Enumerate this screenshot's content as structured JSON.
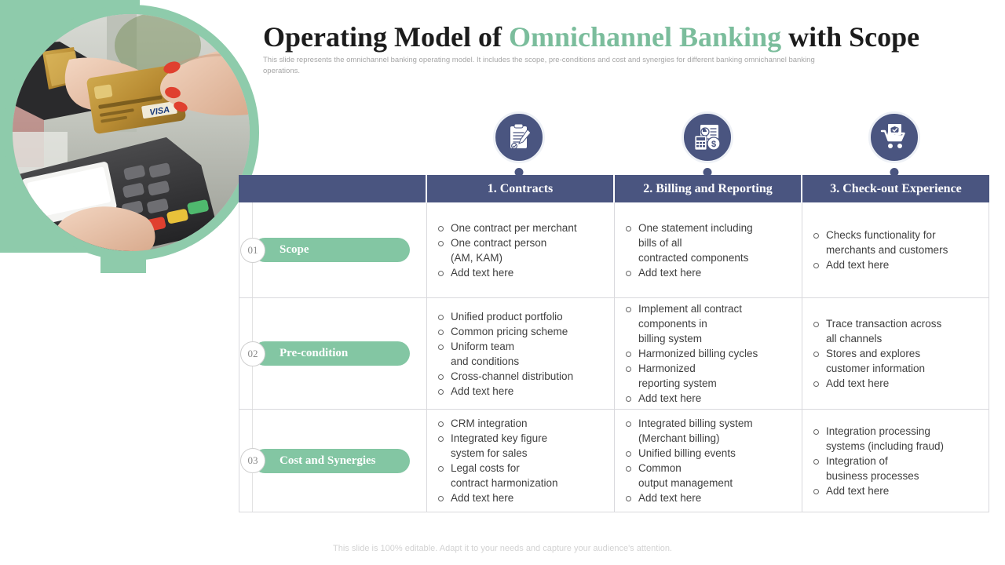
{
  "title": {
    "part1": "Operating Model of ",
    "highlight": "Omnichannel Banking",
    "part2": " with Scope",
    "accent_color": "#7bbd9c"
  },
  "subtitle": "This slide represents the omnichannel banking operating model. It includes the scope, pre-conditions and cost and synergies for different banking omnichannel banking operations.",
  "photo": {
    "alt": "Hand passing a gold VISA credit card over a POS card terminal",
    "ring_color": "#8ecbab"
  },
  "icons": [
    {
      "name": "contract-document-icon",
      "label": "Contract document with pen"
    },
    {
      "name": "billing-invoice-icon",
      "label": "Invoice with calculator and dollar sign"
    },
    {
      "name": "shopping-cart-checkout-icon",
      "label": "Shopping cart with verified package"
    }
  ],
  "table": {
    "header_color": "#4a5580",
    "columns": [
      {
        "id": "row-label",
        "label": ""
      },
      {
        "id": "contracts",
        "label": "1. Contracts"
      },
      {
        "id": "billing-reporting",
        "label": "2. Billing and Reporting"
      },
      {
        "id": "checkout-experience",
        "label": "3. Check-out Experience"
      }
    ],
    "rows": [
      {
        "number": "01",
        "label": "Scope",
        "pill_color": "#83c6a3",
        "contracts": [
          {
            "text": "One contract per merchant",
            "bullet": true
          },
          {
            "text": "One contract person",
            "bullet": true
          },
          {
            "text": "(AM, KAM)",
            "bullet": false
          },
          {
            "text": "Add text here",
            "bullet": true
          }
        ],
        "billing": [
          {
            "text": "One statement including",
            "bullet": true
          },
          {
            "text": "bills of all",
            "bullet": false
          },
          {
            "text": "contracted components",
            "bullet": false
          },
          {
            "text": "Add text here",
            "bullet": true
          }
        ],
        "checkout": [
          {
            "text": "Checks functionality for",
            "bullet": true
          },
          {
            "text": "merchants and customers",
            "bullet": false
          },
          {
            "text": "Add text here",
            "bullet": true
          }
        ]
      },
      {
        "number": "02",
        "label": "Pre-condition",
        "pill_color": "#83c6a3",
        "contracts": [
          {
            "text": "Unified product portfolio",
            "bullet": true
          },
          {
            "text": "Common pricing scheme",
            "bullet": true
          },
          {
            "text": "Uniform team",
            "bullet": true
          },
          {
            "text": "and conditions",
            "bullet": false
          },
          {
            "text": "Cross-channel distribution",
            "bullet": true
          },
          {
            "text": "Add text here",
            "bullet": true
          }
        ],
        "billing": [
          {
            "text": "Implement all contract",
            "bullet": true
          },
          {
            "text": "components in",
            "bullet": false
          },
          {
            "text": "billing system",
            "bullet": false
          },
          {
            "text": "Harmonized billing cycles",
            "bullet": true
          },
          {
            "text": "Harmonized",
            "bullet": true
          },
          {
            "text": "reporting system",
            "bullet": false
          },
          {
            "text": "Add text here",
            "bullet": true
          }
        ],
        "checkout": [
          {
            "text": "Trace transaction across",
            "bullet": true
          },
          {
            "text": "all channels",
            "bullet": false
          },
          {
            "text": "Stores and explores",
            "bullet": true
          },
          {
            "text": "customer information",
            "bullet": false
          },
          {
            "text": "Add text here",
            "bullet": true
          }
        ]
      },
      {
        "number": "03",
        "label": "Cost and Synergies",
        "pill_color": "#83c6a3",
        "contracts": [
          {
            "text": "CRM integration",
            "bullet": true
          },
          {
            "text": "Integrated key figure",
            "bullet": true
          },
          {
            "text": "system for sales",
            "bullet": false
          },
          {
            "text": "Legal costs for",
            "bullet": true
          },
          {
            "text": "contract harmonization",
            "bullet": false
          },
          {
            "text": "Add text here",
            "bullet": true
          }
        ],
        "billing": [
          {
            "text": "Integrated billing system",
            "bullet": true
          },
          {
            "text": "(Merchant billing)",
            "bullet": false
          },
          {
            "text": "Unified billing events",
            "bullet": true
          },
          {
            "text": "Common",
            "bullet": true
          },
          {
            "text": "output management",
            "bullet": false
          },
          {
            "text": "Add text here",
            "bullet": true
          }
        ],
        "checkout": [
          {
            "text": "Integration processing",
            "bullet": true
          },
          {
            "text": "systems (including fraud)",
            "bullet": false
          },
          {
            "text": "Integration of",
            "bullet": true
          },
          {
            "text": "business processes",
            "bullet": false
          },
          {
            "text": "Add text here",
            "bullet": true
          }
        ]
      }
    ]
  },
  "footer": "This slide is 100% editable. Adapt it to your needs and capture your audience's attention."
}
